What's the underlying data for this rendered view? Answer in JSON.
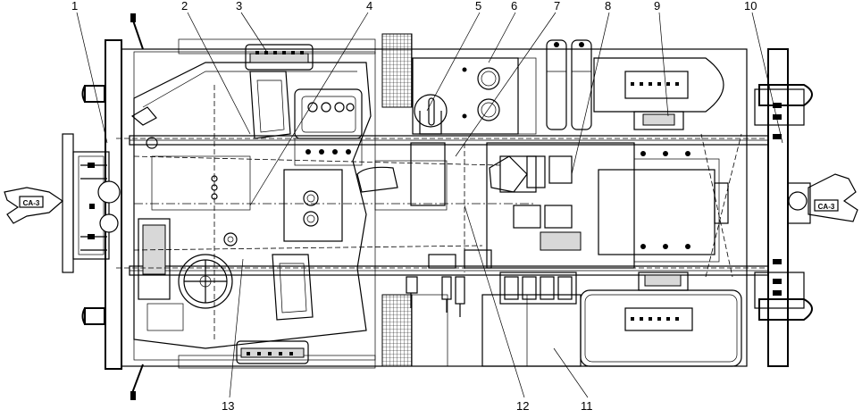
{
  "diagram": {
    "callouts": [
      {
        "id": "1",
        "label": "1"
      },
      {
        "id": "2",
        "label": "2"
      },
      {
        "id": "3",
        "label": "3"
      },
      {
        "id": "4",
        "label": "4"
      },
      {
        "id": "5",
        "label": "5"
      },
      {
        "id": "6",
        "label": "6"
      },
      {
        "id": "7",
        "label": "7"
      },
      {
        "id": "8",
        "label": "8"
      },
      {
        "id": "9",
        "label": "9"
      },
      {
        "id": "10",
        "label": "10"
      },
      {
        "id": "11",
        "label": "11"
      },
      {
        "id": "12",
        "label": "12"
      },
      {
        "id": "13",
        "label": "13"
      }
    ],
    "coupler_plates": {
      "left": "CA-3",
      "right": "CA-3"
    }
  }
}
